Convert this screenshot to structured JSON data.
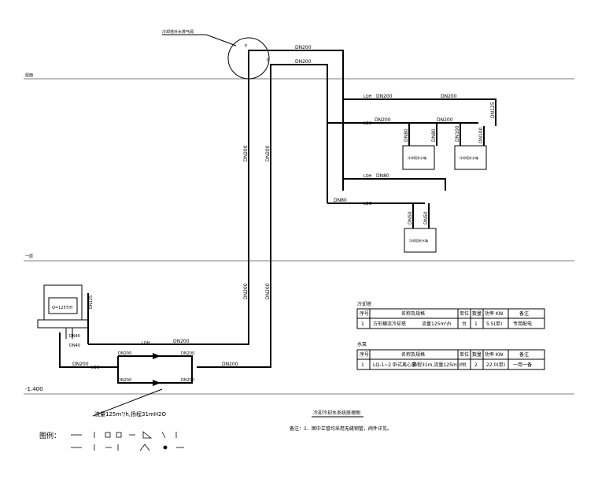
{
  "title": "冷却冷却水系统原理图",
  "note": "备注：1．图中立管均采用无缝钢管，阀件详见。",
  "callout_top": "冷却塔补水排气阀",
  "floors": {
    "roof": "屋面",
    "first": "一层",
    "basement": "-1.400"
  },
  "pipes": {
    "dn200": "DN200",
    "dn125": "DN125",
    "dn100": "DN100",
    "dn80": "DN80",
    "dn50": "DN50",
    "dn40": "DN40",
    "lqh": "LQH",
    "lqg": "LQG",
    "lq": "LQ"
  },
  "equipment": {
    "tower_a": "冷却塔补水箱",
    "tower_b": "冷却塔补水箱",
    "tower_c": "冷却塔补水箱",
    "chiller_label": "Q=125T/H",
    "pump_spec": "流量125m³/h,扬程31mH2O"
  },
  "tables": {
    "tower": {
      "heading": "冷却塔",
      "headers": [
        "序号",
        "名称及规格",
        "单位",
        "数量",
        "功率 KW",
        "备注"
      ],
      "rows": [
        [
          "1",
          "方形横流冷却塔",
          "流量125m³/h",
          "台",
          "1",
          "5.5(单)",
          "专用配电"
        ]
      ]
    },
    "pump": {
      "heading": "水泵",
      "headers": [
        "序号",
        "名称及规格",
        "单位",
        "数量",
        "功率 KW",
        "备注"
      ],
      "rows": [
        [
          "1",
          "LQ-1~2 卧式离心泵",
          "扬程31m,流量125m³/h",
          "台",
          "2",
          "22.0(单)",
          "一用一备"
        ]
      ]
    }
  },
  "legend": {
    "label": "图例："
  }
}
